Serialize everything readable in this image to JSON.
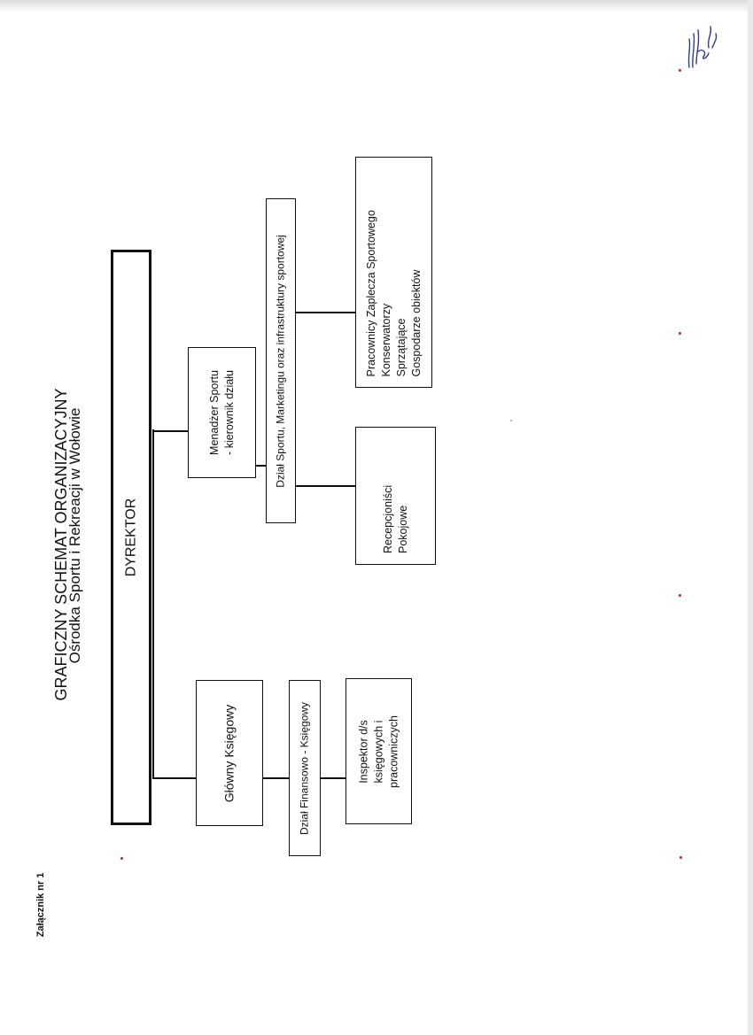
{
  "document": {
    "attachment_label": "Załącznik nr 1",
    "title_line1": "GRAFICZNY SCHEMAT ORGANIZACYJNY",
    "title_line2": "Ośrodka Sportu i Rekreacji w Wołowie",
    "signature": "W.Gryglas"
  },
  "chart": {
    "director": "DYREKTOR",
    "finance_branch": {
      "head": "Główny Księgowy",
      "department": "Dział Finansowo - Księgowy",
      "staff": [
        "Inspektor d/s",
        "księgowych i",
        "pracowniczych"
      ]
    },
    "sport_branch": {
      "head": [
        "Menadżer  Sportu",
        "- kierownik działu"
      ],
      "department": "Dział  Sportu, Marketingu oraz infrastruktury sportowej",
      "reception_staff": [
        "Recepcjoniści",
        "Pokojowe"
      ],
      "facility_staff": [
        "Pracownicy Zaplecza Sportowego",
        "Konserwatorzy",
        "Sprzątające",
        "Gospodarze obiektów"
      ]
    }
  },
  "colors": {
    "ink": "#111111",
    "paper": "#ffffff",
    "marks": "#cc1f1f"
  }
}
